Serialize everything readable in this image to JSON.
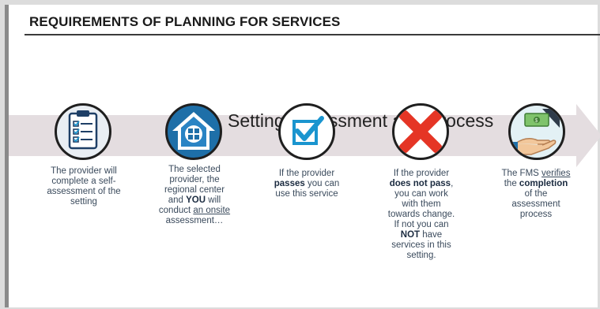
{
  "title": "REQUIREMENTS OF PLANNING FOR SERVICES",
  "banner": "Setting Assessment and Process",
  "steps": [
    {
      "icon": "clipboard-checklist-icon",
      "lines": [
        "The provider will",
        "complete a self-",
        "assessment of the",
        "setting"
      ]
    },
    {
      "icon": "house-search-icon",
      "lines_parts": [
        [
          "The selected"
        ],
        [
          "provider, the"
        ],
        [
          "regional center"
        ],
        [
          "and ",
          "YOU",
          " will"
        ],
        [
          "conduct ",
          "an onsite"
        ],
        [
          "assessment…"
        ]
      ]
    },
    {
      "icon": "checkbox-check-icon",
      "lines_parts": [
        [
          "If the provider"
        ],
        [
          "passes",
          " you can"
        ],
        [
          "use this service"
        ]
      ]
    },
    {
      "icon": "red-x-icon",
      "lines_parts": [
        [
          "If the provider"
        ],
        [
          "does not pass",
          ","
        ],
        [
          "you can work"
        ],
        [
          "with them"
        ],
        [
          "towards change."
        ],
        [
          "If not you can"
        ],
        [
          "NOT",
          " have"
        ],
        [
          "services in this"
        ],
        [
          "setting."
        ]
      ]
    },
    {
      "icon": "money-hand-icon",
      "lines_parts": [
        [
          "The FMS ",
          "verifies"
        ],
        [
          "the ",
          "completion"
        ],
        [
          "of the"
        ],
        [
          "assessment"
        ],
        [
          "process"
        ]
      ]
    }
  ],
  "colors": {
    "arrow": "#e4dde0",
    "circle_bg": "#1e6fa8",
    "check": "#1a95cf",
    "x_red": "#e53525",
    "text": "#3a4a5c"
  }
}
